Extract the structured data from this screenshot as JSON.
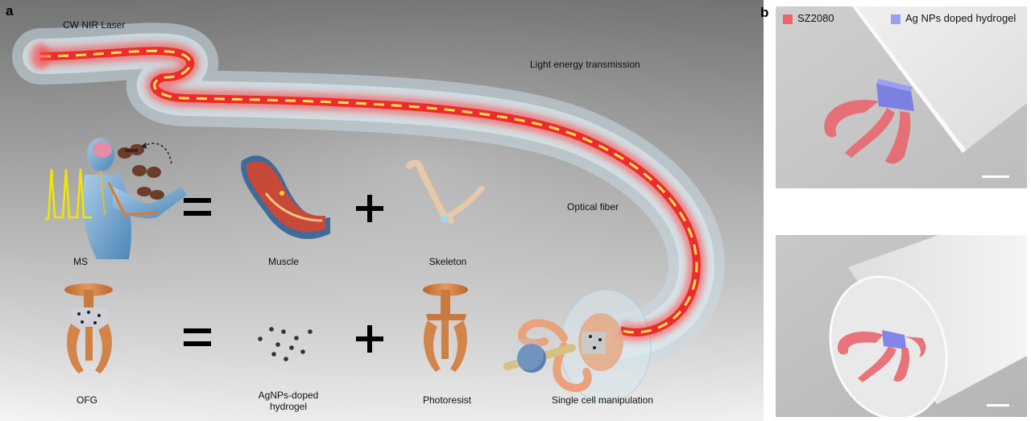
{
  "panel_a": {
    "letter": "a",
    "laser_label": "CW NIR Laser",
    "transmission_label": "Light energy transmission",
    "fiber_label": "Optical fiber",
    "manipulation_label": "Single cell manipulation",
    "row1": {
      "left": "MS",
      "middle": "Muscle",
      "right": "Skeleton",
      "equals": "=",
      "plus": "+"
    },
    "row2": {
      "left": "OFG",
      "middle_line1": "AgNPs-doped",
      "middle_line2": "hydrogel",
      "right": "Photoresist",
      "equals": "=",
      "plus": "+"
    }
  },
  "panel_b": {
    "letter": "b",
    "legend": [
      {
        "label": "SZ2080",
        "color": "#e8666e"
      },
      {
        "label": "Ag NPs doped hydrogel",
        "color": "#9aa0ef"
      }
    ]
  },
  "colors": {
    "laser_red": "#ee2b2b",
    "laser_dash": "#f5e35a",
    "gripper_orange": "#d98a4e",
    "hydrogel_blue": "#6f73e8",
    "sz2080_red": "#e8666e",
    "fiber_fill": "#dfe9ee",
    "background_top": "#7b7b7b",
    "background_bottom": "#f2f2f2"
  }
}
